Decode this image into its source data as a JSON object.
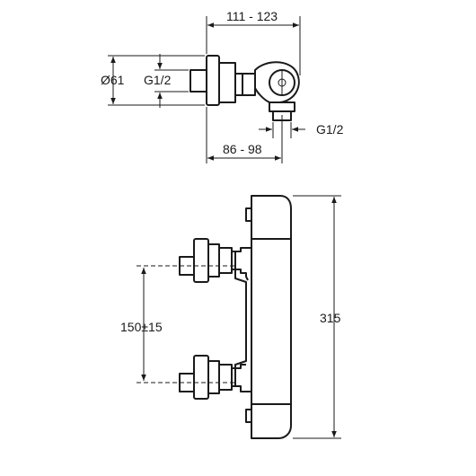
{
  "dimensions": {
    "top_width": "111 - 123",
    "diameter": "Ø61",
    "thread_left": "G1/2",
    "thread_bottom": "G1/2",
    "depth": "86 - 98",
    "inlet_spacing": "150±15",
    "height": "315"
  },
  "colors": {
    "line": "#1a1a1a",
    "background": "#ffffff"
  }
}
